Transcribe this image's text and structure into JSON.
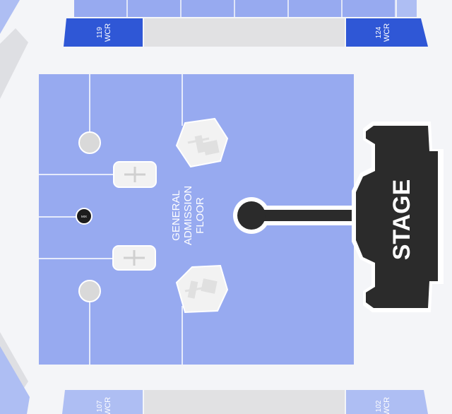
{
  "map": {
    "floor_label_lines": [
      "GENERAL",
      "ADMISSION",
      "FLOOR"
    ],
    "stage_label": "STAGE",
    "mix_label": "MIX",
    "wcr_sections": {
      "top_left": {
        "number": "119",
        "code": "WCR"
      },
      "top_right": {
        "number": "124",
        "code": "WCR"
      },
      "bottom_left": {
        "number": "107",
        "code": "WCR"
      },
      "bottom_right": {
        "number": "102",
        "code": "WCR"
      }
    }
  },
  "colors": {
    "background": "#f4f5f8",
    "floor": "#97aaf0",
    "floor_lines": "#e6ebfb",
    "seating_light": "#aebef3",
    "wcr_dark": "#2f57d6",
    "aisle": "#e1e1e3",
    "stage": "#2b2b2b",
    "stage_text": "#ffffff",
    "tower": "#d9d9d9",
    "tower_fill": "#f2f2f2"
  }
}
